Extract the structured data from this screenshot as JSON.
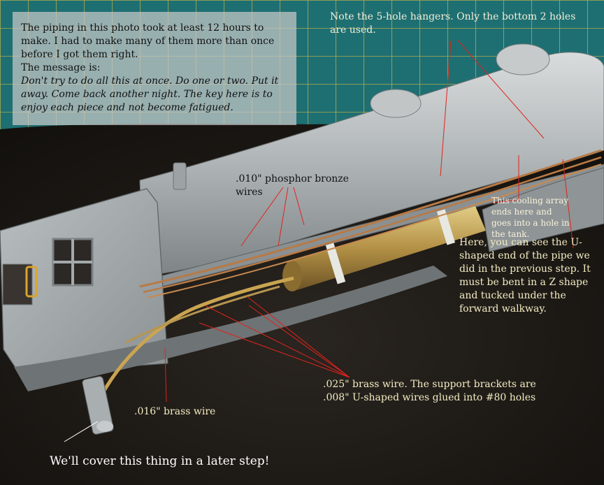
{
  "annotations": {
    "intro": {
      "line1": "The piping in this photo took at least 12 hours to make.  I had to make many of them more than once before I got them right.",
      "line2": "The message is:",
      "line3": "Don't try to do all this at once.  Do one or two.  Put it away.  Come back another night.  The key here is to enjoy each piece and not become fatigued."
    },
    "hangers": "Note the 5-hole hangers.  Only the bottom 2 holes are used.",
    "phosphor_wires": ".010\" phosphor bronze wires",
    "cooling_array": "This cooling array ends here and goes into a hole in the tank.",
    "u_shaped_end": "Here, you can see the U-shaped end of the pipe we did in the previous step.  It must be bent in a Z shape and tucked under the forward walkway.",
    "brass_025": ".025\" brass wire.  The support brackets are .008\" U-shaped wires glued into #80 holes",
    "brass_016": ".016\" brass wire",
    "later_step": "We'll cover this thing in a later step!"
  },
  "colors": {
    "cutting_mat": "#1e6f72",
    "mat_grid": "#c8b54a",
    "foam": "#1a1713",
    "metal": "#a9aeb0",
    "brass": "#b59550",
    "copper": "#b87a45",
    "leader_red": "#e0231e",
    "leader_white": "#ffffff"
  }
}
